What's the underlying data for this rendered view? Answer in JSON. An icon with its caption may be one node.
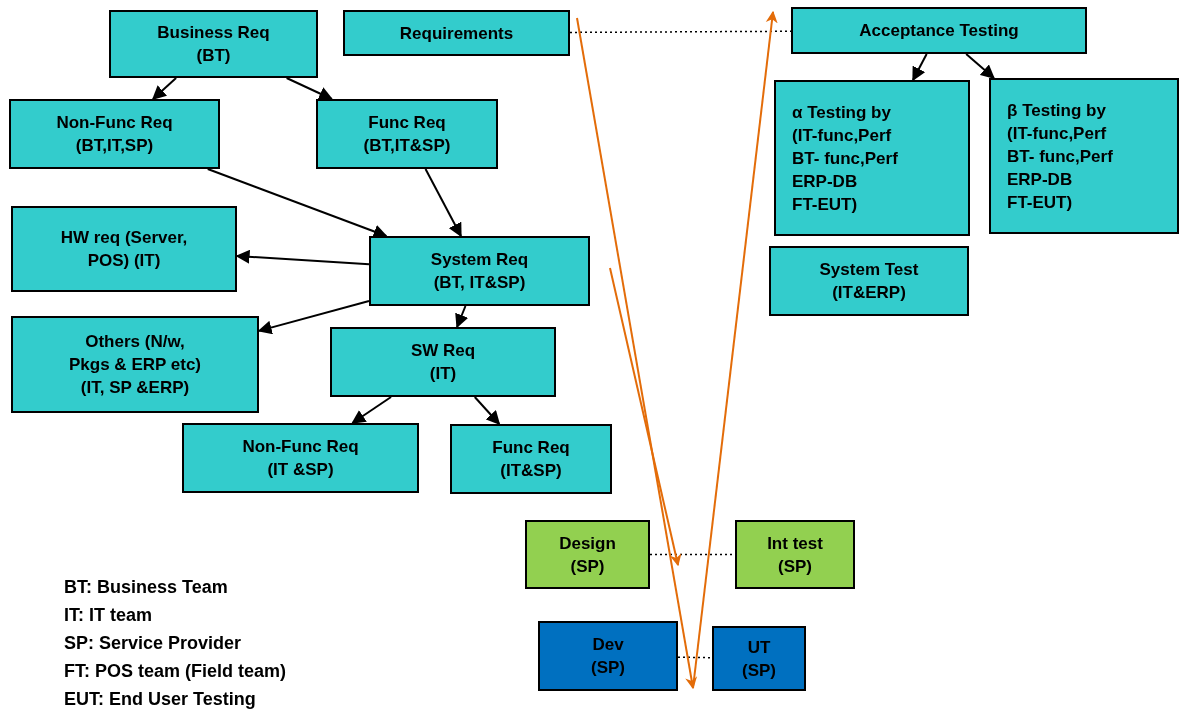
{
  "diagram": {
    "nodes": [
      {
        "text": [
          "Business Req (BT)"
        ]
      },
      {
        "text": [
          "Requirements"
        ]
      },
      {
        "text": [
          "Non-Func Req (BT,IT,SP)"
        ]
      },
      {
        "text": [
          "Func Req (BT,IT&SP)"
        ]
      },
      {
        "text": [
          "HW req (Server, POS) (IT)"
        ]
      },
      {
        "text": [
          "System Req (BT, IT&SP)"
        ]
      },
      {
        "text": [
          "Others (N/w, Pkgs & ERP etc) (IT, SP &ERP)"
        ]
      },
      {
        "text": [
          "SW Req (IT)"
        ]
      },
      {
        "text": [
          "Non-Func Req (IT &SP)"
        ]
      },
      {
        "text": [
          "Func Req (IT&SP)"
        ]
      },
      {
        "text": [
          "Acceptance Testing"
        ]
      },
      {
        "text": [
          "α Testing by (IT-func,Perf BT- func,Perf ERP-DB FT-EUT)"
        ]
      },
      {
        "text": [
          "β Testing by (IT-func,Perf BT- func,Perf ERP-DB FT-EUT)"
        ]
      },
      {
        "text": [
          "System Test (IT&ERP)"
        ]
      },
      {
        "text": [
          "Design (SP)"
        ]
      },
      {
        "text": [
          "Int test (SP)"
        ]
      },
      {
        "text": [
          "Dev (SP)"
        ]
      },
      {
        "text": [
          "UT (SP)"
        ]
      }
    ],
    "edges": [
      {
        "from": 0,
        "to": 2,
        "arrow": "to"
      },
      {
        "from": 0,
        "to": 3,
        "arrow": "to"
      },
      {
        "from": 2,
        "to": 5,
        "arrow": "to"
      },
      {
        "from": 3,
        "to": 5,
        "arrow": "to"
      },
      {
        "from": 5,
        "to": 4,
        "arrow": "to"
      },
      {
        "from": 5,
        "to": 6,
        "arrow": "to"
      },
      {
        "from": 5,
        "to": 7,
        "arrow": "to"
      },
      {
        "from": 7,
        "to": 8,
        "arrow": "to"
      },
      {
        "from": 7,
        "to": 9,
        "arrow": "to"
      },
      {
        "from": 10,
        "to": 11,
        "arrow": "to"
      },
      {
        "from": 10,
        "to": 12,
        "arrow": "to"
      },
      {
        "from": 1,
        "to": 10,
        "arrow": "none",
        "style": "dashed"
      },
      {
        "from": 14,
        "to": 15,
        "arrow": "none",
        "style": "dashed"
      },
      {
        "from": 16,
        "to": 17,
        "arrow": "none",
        "style": "dashed"
      },
      {
        "from": 1,
        "to": 17,
        "arrow": "to",
        "color": "#e36c09"
      },
      {
        "from": 5,
        "to": 14,
        "arrow": "to",
        "color": "#e36c09"
      },
      {
        "from": null,
        "to": 10,
        "arrow": "to",
        "color": "#e36c09"
      }
    ],
    "labels": [
      "BT: Business Team",
      "IT: IT team",
      "SP: Service Provider",
      "FT: POS team (Field team)",
      "EUT: End User Testing"
    ]
  }
}
